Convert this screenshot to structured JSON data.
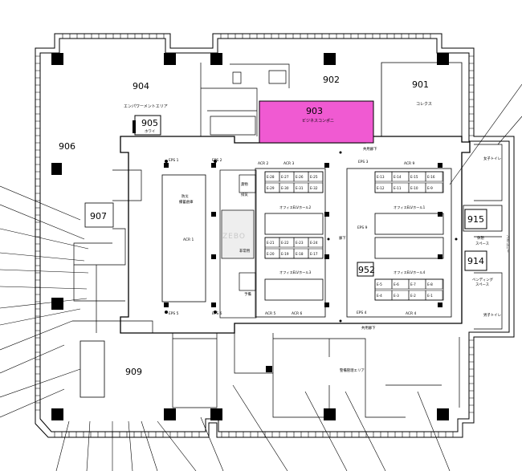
{
  "rooms": {
    "r904": {
      "num": "904",
      "label": "エンパワーメントエリア"
    },
    "r902": {
      "num": "902"
    },
    "r901": {
      "num": "901",
      "label": "コレクス"
    },
    "r903": {
      "num": "903",
      "label": "ビジネスコンポニ",
      "color": "#f05ad2"
    },
    "r905": {
      "num": "905",
      "label": "ホワイ"
    },
    "r906": {
      "num": "906"
    },
    "r907": {
      "num": "907"
    },
    "r909": {
      "num": "909"
    },
    "r915": {
      "num": "915"
    },
    "r914": {
      "num": "914"
    },
    "r952": {
      "num": "952"
    }
  },
  "labels": {
    "acr1": "ACR 1",
    "acr2": "ACR 2",
    "acr3": "ACR 3",
    "acr4": "ACR 4",
    "acr5": "ACR 5",
    "acr6": "ACR 6",
    "acr9": "ACR 9",
    "eps1": "EPS 1",
    "eps2": "EPS 2",
    "eps3": "EPS 3",
    "eps4": "EPS 4",
    "eps5": "EPS 5",
    "eps6": "EPS 6",
    "eps9": "EPS 9",
    "elv_hall_1": "オフィスELVホール1",
    "elv_hall_2": "オフィスELVホール2",
    "elv_hall_3": "オフィスELVホール3",
    "elv_hall_4": "オフィスELVホール4",
    "corridor_top": "共用廊下",
    "corridor_bottom": "共用廊下",
    "corridor_mid": "廊下",
    "vending": "ベンディング",
    "vending2": "スペース",
    "breakroom": "休憩",
    "breakroom2": "スペース",
    "balcony": "バルコニー",
    "ladies_wc": "女子トイレ",
    "mens_wc": "男子トイレ",
    "storage": "防災",
    "storage2": "備蓄倉庫",
    "shaft_a": "排気",
    "shaft_b": "予備",
    "emergency_elv": "非常用",
    "freight": "貨物",
    "security_area": "警備管理エリア",
    "watermark": "ZEBO"
  },
  "elevators": {
    "e2": [
      "E-28",
      "E-27",
      "E-26",
      "E-25"
    ],
    "e2b": [
      "E-29",
      "E-30",
      "E-31",
      "E-32"
    ],
    "e1": [
      "E-13",
      "E-14",
      "E-15",
      "E-16"
    ],
    "e1b": [
      "E-12",
      "E-11",
      "E-10",
      "E-9"
    ],
    "e3": [
      "E-21",
      "E-22",
      "E-23",
      "E-24"
    ],
    "e3b": [
      "E-20",
      "E-19",
      "E-18",
      "E-17"
    ],
    "e4": [
      "E-5",
      "E-6",
      "E-7",
      "E-8"
    ],
    "e4b": [
      "E-4",
      "E-3",
      "E-2",
      "E-1"
    ]
  }
}
